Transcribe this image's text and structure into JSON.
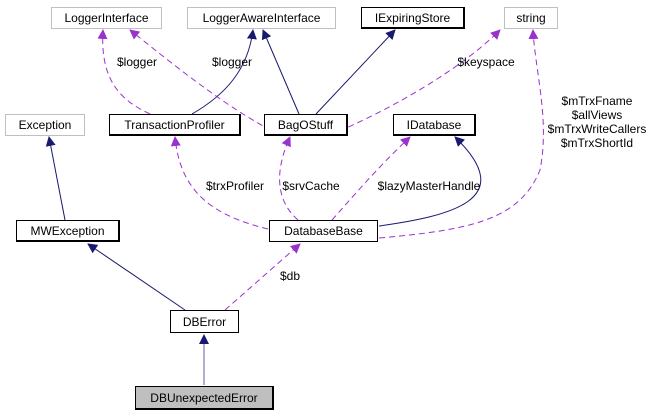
{
  "colors": {
    "inheritance": "#191970",
    "usage": "#9a32cd",
    "focus_fill": "#bfbfbf",
    "external_border": "#bfbfbf"
  },
  "nodes": {
    "logger_interface": "LoggerInterface",
    "logger_aware_interface": "LoggerAwareInterface",
    "iexpiring_store": "IExpiringStore",
    "string": "string",
    "exception": "Exception",
    "transaction_profiler": "TransactionProfiler",
    "bag_o_stuff": "BagOStuff",
    "idatabase": "IDatabase",
    "mw_exception": "MWException",
    "database_base": "DatabaseBase",
    "db_error": "DBError",
    "db_unexpected_error": "DBUnexpectedError"
  },
  "edge_labels": {
    "tp_logger": "$logger",
    "bag_logger": "$logger",
    "keyspace": "$keyspace",
    "string_members": [
      "$mTrxFname",
      "$allViews",
      "$mTrxWriteCallers",
      "$mTrxShortId"
    ],
    "trx_profiler": "$trxProfiler",
    "srv_cache": "$srvCache",
    "lazy_master_handle": "$lazyMasterHandle",
    "db": "$db"
  }
}
